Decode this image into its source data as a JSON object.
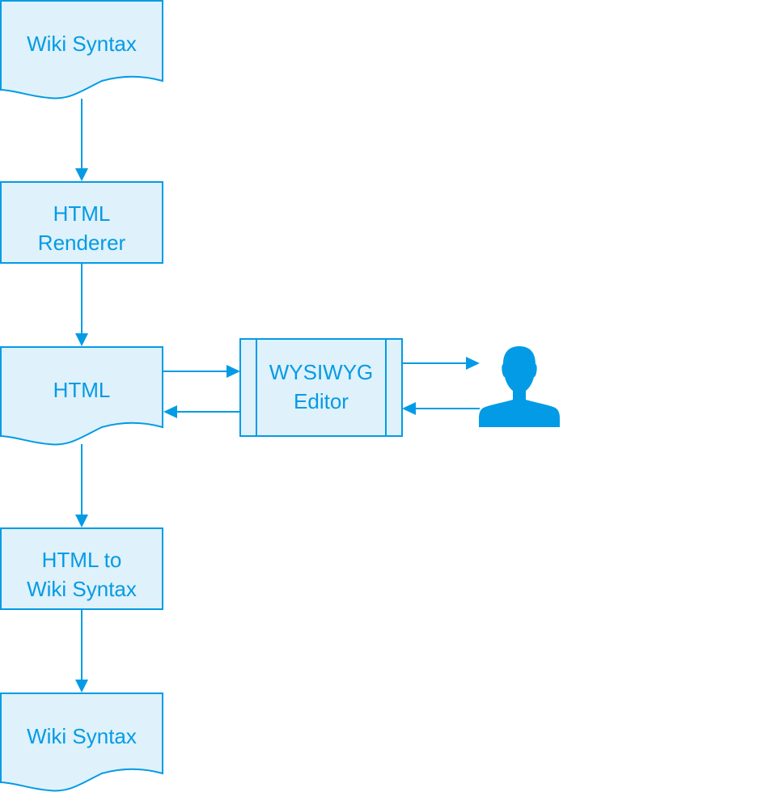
{
  "diagram": {
    "type": "flowchart",
    "accent_color": "#039be5",
    "fill_color": "#dff1fa",
    "nodes": {
      "wiki_syntax_top": {
        "shape": "document",
        "lines": [
          "Wiki Syntax"
        ]
      },
      "html_renderer": {
        "shape": "process",
        "lines": [
          "HTML",
          "Renderer"
        ]
      },
      "html_doc": {
        "shape": "document",
        "lines": [
          "HTML"
        ]
      },
      "wysiwyg_editor": {
        "shape": "predefined-process",
        "lines": [
          "WYSIWYG",
          "Editor"
        ]
      },
      "user": {
        "shape": "actor",
        "icon": "user-icon"
      },
      "html_to_wiki": {
        "shape": "process",
        "lines": [
          "HTML to",
          "Wiki Syntax"
        ]
      },
      "wiki_syntax_bottom": {
        "shape": "document",
        "lines": [
          "Wiki Syntax"
        ]
      }
    },
    "edges": [
      {
        "from": "wiki_syntax_top",
        "to": "html_renderer"
      },
      {
        "from": "html_renderer",
        "to": "html_doc"
      },
      {
        "from": "html_doc",
        "to": "wysiwyg_editor"
      },
      {
        "from": "wysiwyg_editor",
        "to": "html_doc"
      },
      {
        "from": "wysiwyg_editor",
        "to": "user"
      },
      {
        "from": "user",
        "to": "wysiwyg_editor"
      },
      {
        "from": "html_doc",
        "to": "html_to_wiki"
      },
      {
        "from": "html_to_wiki",
        "to": "wiki_syntax_bottom"
      }
    ]
  }
}
